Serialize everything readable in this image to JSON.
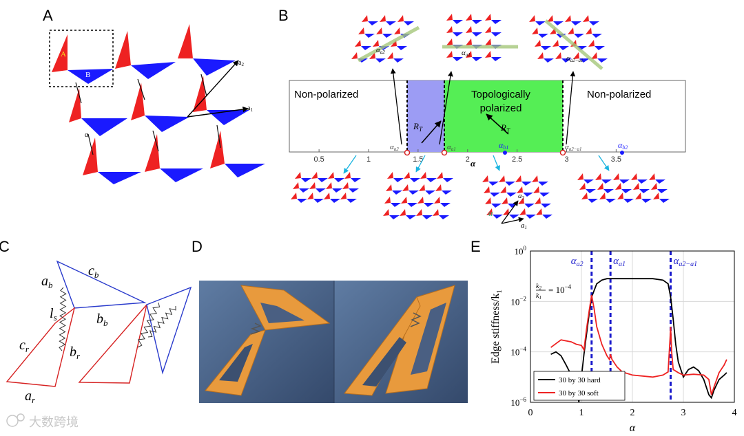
{
  "panels": {
    "A": {
      "letter": "A",
      "label_A": "A",
      "label_B": "B",
      "label_a1": "a",
      "label_a1_sub": "1",
      "label_a2": "a",
      "label_a2_sub": "2",
      "label_alpha": "α"
    },
    "B": {
      "letter": "B",
      "left_region": "Non-polarized",
      "right_region": "Non-polarized",
      "middle_region_line1": "Topologically",
      "middle_region_line2": "polarized",
      "rt_label": "R",
      "rt_sub": "T",
      "axis_symbol": "α",
      "ticks": [
        "0.5",
        "1",
        "1.5",
        "2",
        "2.5",
        "3",
        "3.5"
      ],
      "alpha_a2": "α",
      "alpha_a2_sub": "a2",
      "alpha_a1": "α",
      "alpha_a1_sub": "a1",
      "alpha_b1": "α",
      "alpha_b1_sub": "b1",
      "alpha_a2a1": "α",
      "alpha_a2a1_sub": "a2−a1",
      "alpha_b2": "α",
      "alpha_b2_sub": "b2",
      "inset_a2": "a",
      "inset_a2_sub": "2",
      "inset_a1": "a",
      "inset_a1_sub": "1",
      "inset_alpha": "α",
      "colors": {
        "purple_region": "#9c9cf4",
        "green_region": "#55ee55",
        "red": "#ee2222",
        "blue": "#1a1aff"
      }
    },
    "C": {
      "letter": "C",
      "a_b": "a",
      "a_b_sub": "b",
      "c_b": "c",
      "c_b_sub": "b",
      "l_s": "l",
      "l_s_sub": "s",
      "b_b": "b",
      "b_b_sub": "b",
      "c_r": "c",
      "c_r_sub": "r",
      "b_r": "b",
      "b_r_sub": "r",
      "a_r": "a",
      "a_r_sub": "r"
    },
    "D": {
      "letter": "D"
    },
    "E": {
      "letter": "E",
      "ylabel": "Edge stiffness/k",
      "ylabel_sub": "1",
      "xlabel": "α",
      "ratio_label": "= 10",
      "ratio_exp": "−4",
      "ratio_num": "k",
      "ratio_num_sub": "2",
      "ratio_den": "k",
      "ratio_den_sub": "1",
      "vline_labels": [
        {
          "text": "α",
          "sub": "a2"
        },
        {
          "text": "α",
          "sub": "a1"
        },
        {
          "text": "α",
          "sub": "a2−a1"
        }
      ],
      "yticks": [
        {
          "base": "10",
          "exp": "0"
        },
        {
          "base": "10",
          "exp": "−2"
        },
        {
          "base": "10",
          "exp": "−4"
        },
        {
          "base": "10",
          "exp": "−6"
        }
      ],
      "xticks": [
        "0",
        "1",
        "2",
        "3",
        "4"
      ]
    }
  },
  "watermark": "大数跨境",
  "chart_data": {
    "type": "line",
    "xlabel": "α",
    "ylabel": "Edge stiffness/k1",
    "xlim": [
      0,
      4
    ],
    "ylim": [
      1e-06,
      1
    ],
    "yscale": "log",
    "grid": true,
    "legend_position": "bottom-left",
    "vertical_lines": [
      1.2,
      1.57,
      2.75
    ],
    "series": [
      {
        "name": "30 by 30 hard",
        "color": "#000000",
        "x": [
          0.4,
          0.5,
          0.6,
          0.7,
          0.8,
          0.9,
          0.95,
          1.0,
          1.05,
          1.1,
          1.15,
          1.2,
          1.3,
          1.4,
          1.5,
          1.6,
          1.8,
          2.0,
          2.2,
          2.4,
          2.6,
          2.7,
          2.75,
          2.8,
          2.85,
          2.9,
          3.0,
          3.1,
          3.2,
          3.3,
          3.4,
          3.5,
          3.55,
          3.6,
          3.7,
          3.8,
          3.85
        ],
        "y": [
          8e-05,
          0.0001,
          7e-05,
          3e-05,
          1.2e-05,
          4e-06,
          1e-06,
          1e-05,
          8e-05,
          0.0005,
          0.003,
          0.015,
          0.05,
          0.07,
          0.08,
          0.08,
          0.08,
          0.08,
          0.08,
          0.08,
          0.07,
          0.05,
          0.015,
          0.002,
          0.0002,
          4e-05,
          1e-05,
          2e-05,
          2.5e-05,
          1.8e-05,
          8e-06,
          2e-06,
          1.5e-06,
          3e-06,
          8e-06,
          1.2e-05,
          1.5e-05
        ]
      },
      {
        "name": "30 by 30 soft",
        "color": "#ee2222",
        "x": [
          0.4,
          0.6,
          0.8,
          0.9,
          1.0,
          1.05,
          1.1,
          1.15,
          1.2,
          1.25,
          1.3,
          1.4,
          1.5,
          1.55,
          1.57,
          1.6,
          1.7,
          1.8,
          2.0,
          2.2,
          2.4,
          2.6,
          2.7,
          2.74,
          2.75,
          2.77,
          2.8,
          2.9,
          3.0,
          3.2,
          3.4,
          3.5,
          3.55,
          3.6,
          3.7,
          3.8,
          3.85
        ],
        "y": [
          0.00015,
          0.0003,
          0.00025,
          0.0002,
          0.00018,
          0.00012,
          0.0008,
          0.004,
          0.018,
          0.005,
          0.001,
          0.0002,
          7e-05,
          5e-05,
          8e-05,
          5e-05,
          2.5e-05,
          1.6e-05,
          1.2e-05,
          1.1e-05,
          1e-05,
          1.2e-05,
          1.6e-05,
          0.0004,
          0.001,
          0.0001,
          2e-05,
          1.5e-05,
          1.2e-05,
          1.3e-05,
          1.2e-05,
          8e-06,
          2e-06,
          4e-06,
          1.5e-05,
          3e-05,
          5e-05
        ]
      }
    ]
  }
}
